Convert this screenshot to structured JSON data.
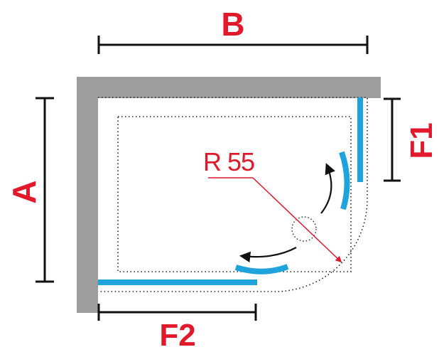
{
  "labels": {
    "width": "B",
    "depth": "A",
    "fixed_panel_right": "F1",
    "fixed_panel_bottom": "F2",
    "radius": "R 55"
  },
  "colors": {
    "wall": "#9d9d9d",
    "glass_panel": "#1ea3dc",
    "dimension_text": "#e2192b",
    "dimension_line": "#111111",
    "door_arrow": "#111111",
    "tray_outline": "#222222"
  }
}
